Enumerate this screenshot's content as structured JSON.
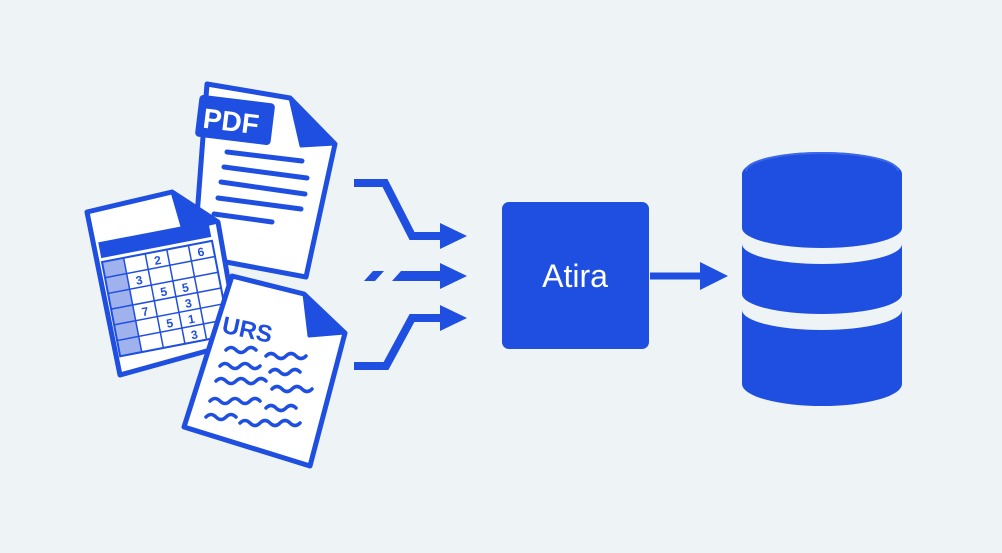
{
  "diagram": {
    "colors": {
      "background": "#eef3f5",
      "primary_blue": "#1f4fe0",
      "light_blue": "#9fb2ee",
      "paper_white": "#ffffff"
    },
    "documents": {
      "pdf": {
        "label": "PDF",
        "icon": "pdf-document-icon"
      },
      "spreadsheet": {
        "icon": "spreadsheet-document-icon",
        "cells": [
          "2",
          "6",
          "3",
          "5",
          "5",
          "7",
          "3",
          "5",
          "1",
          "3"
        ]
      },
      "urs": {
        "label": "URS",
        "icon": "handwritten-document-icon"
      }
    },
    "hub": {
      "label": "Atira"
    },
    "destination": {
      "icon": "database-icon"
    }
  }
}
